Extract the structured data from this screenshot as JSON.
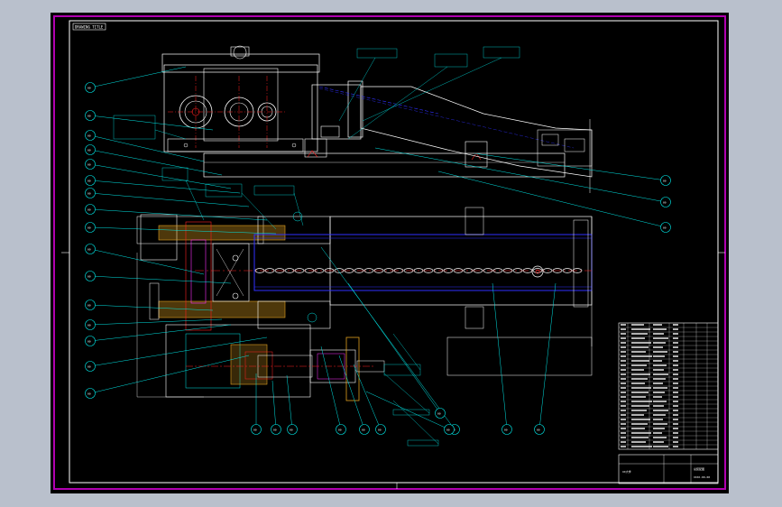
{
  "drawing": {
    "header_stamp": "DRAWING TITLE",
    "balloon_text": "00",
    "title_block": {
      "school": "XX大学",
      "drawing_name": "总装配图",
      "drawing_no": "XXXX-00-00"
    },
    "colors": {
      "background": "#000000",
      "frame": "#ffffff",
      "outer_border": "#b000b0",
      "leader": "#00e5e5",
      "center_line": "#ff2020",
      "hatch": "#e0a020",
      "chain": "#ffffff",
      "hidden": "#3030ff",
      "highlight": "#ffff00"
    }
  }
}
